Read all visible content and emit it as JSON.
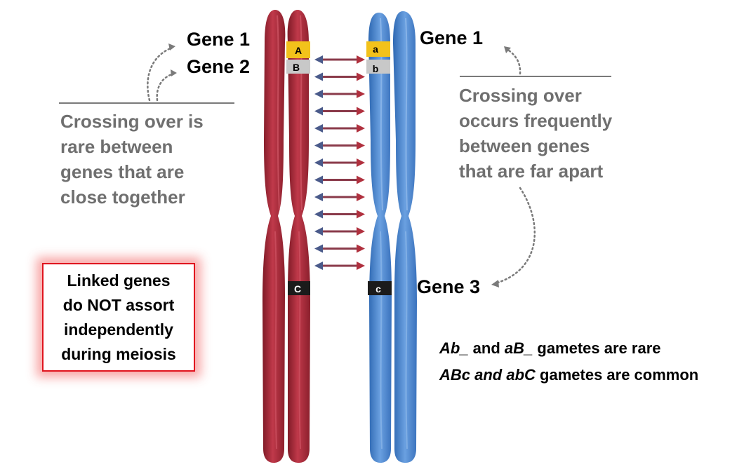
{
  "labels": {
    "left_gene1": "Gene 1",
    "left_gene2": "Gene 2",
    "right_gene1": "Gene 1",
    "right_gene3": "Gene 3"
  },
  "alleles": {
    "red_A": "A",
    "red_B": "B",
    "red_C": "C",
    "blue_a": "a",
    "blue_b": "b",
    "blue_c": "c"
  },
  "left_note": [
    "Crossing over is",
    "rare between",
    "genes that are",
    "close together"
  ],
  "right_note": [
    "Crossing over",
    "occurs frequently",
    "between genes",
    "that are far apart"
  ],
  "callout": [
    "Linked genes",
    "do NOT assort",
    "independently",
    "during meiosis"
  ],
  "gametes": {
    "line1": {
      "g1": "Ab_",
      "mid": " and ",
      "g2": "aB_",
      "tail": " gametes are rare"
    },
    "line2": {
      "g1": "ABc and abC",
      "tail": " gametes are common"
    }
  },
  "colors": {
    "red_chromosome": "#b02a3a",
    "blue_chromosome": "#4a86d0",
    "gene1_band": "#f2c21b",
    "gene2_band": "#c8c8c8",
    "gene3_band": "#1b1b1b",
    "arrow": "#8a3a4a",
    "callout_border": "#e0141e",
    "note_text": "#6f6f6f"
  },
  "arrow_count": 13
}
